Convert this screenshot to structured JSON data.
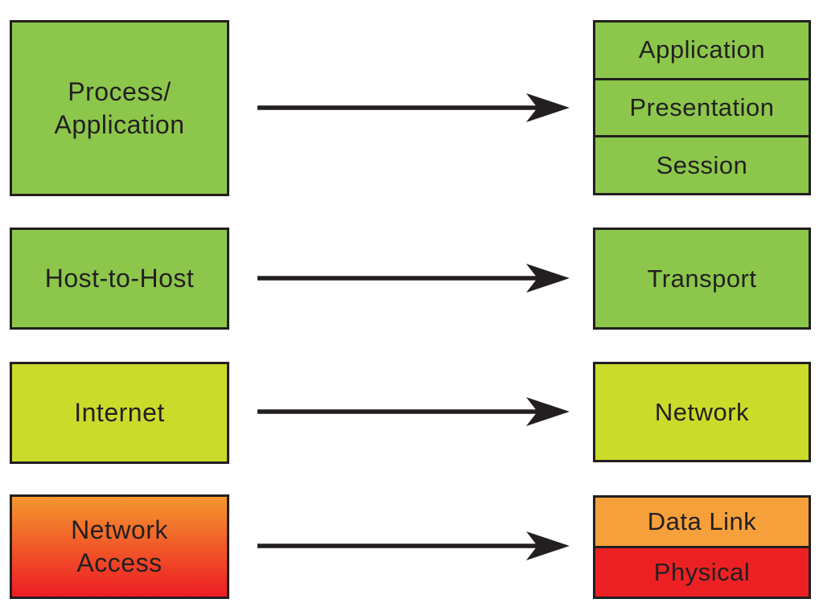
{
  "diagram_type": "tcpip-to-osi-layer-mapping",
  "colors": {
    "green": "#8CC74B",
    "yellow_green": "#CBDB2A",
    "orange": "#F6A03C",
    "red": "#ED2124",
    "gradient_top": "#F5982E",
    "gradient_bottom": "#ED1C24",
    "border": "#231F20",
    "arrow": "#231F20",
    "text": "#231F20",
    "background": "#FFFFFF"
  },
  "rows": [
    {
      "left_lines": [
        "Process/",
        "Application"
      ],
      "right_cells": [
        "Application",
        "Presentation",
        "Session"
      ]
    },
    {
      "left_lines": [
        "Host-to-Host"
      ],
      "right_cells": [
        "Transport"
      ]
    },
    {
      "left_lines": [
        "Internet"
      ],
      "right_cells": [
        "Network"
      ]
    },
    {
      "left_lines": [
        "Network",
        "Access"
      ],
      "right_cells": [
        "Data Link",
        "Physical"
      ]
    }
  ]
}
